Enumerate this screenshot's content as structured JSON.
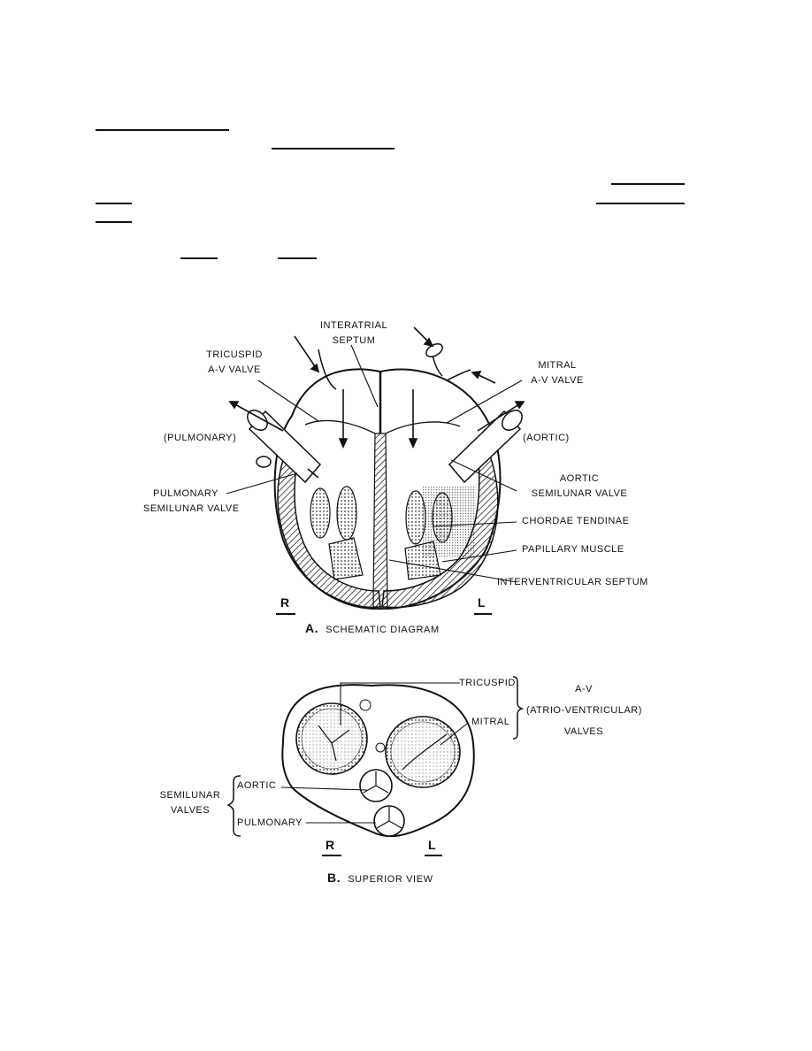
{
  "diagram_a": {
    "caption_letter": "A.",
    "caption_text": "SCHEMATIC DIAGRAM",
    "side_right": "R",
    "side_left": "L",
    "labels": {
      "interatrial_1": "INTERATRIAL",
      "interatrial_2": "SEPTUM",
      "tricuspid_1": "TRICUSPID",
      "tricuspid_2": "A-V  VALVE",
      "mitral_1": "MITRAL",
      "mitral_2": "A-V  VALVE",
      "pulmonary": "(PULMONARY)",
      "aortic": "(AORTIC)",
      "pulm_semilunar_1": "PULMONARY",
      "pulm_semilunar_2": "SEMILUNAR  VALVE",
      "aortic_semilunar_1": "AORTIC",
      "aortic_semilunar_2": "SEMILUNAR  VALVE",
      "chordae": "CHORDAE  TENDINAE",
      "papillary": "PAPILLARY  MUSCLE",
      "interventricular": "INTERVENTRICULAR  SEPTUM"
    }
  },
  "diagram_b": {
    "caption_letter": "B.",
    "caption_text": "SUPERIOR  VIEW",
    "side_right": "R",
    "side_left": "L",
    "labels": {
      "tricuspid": "TRICUSPID",
      "mitral": "MITRAL",
      "av_1": "A-V",
      "av_2": "(ATRIO-VENTRICULAR)",
      "av_3": "VALVES",
      "semilunar_1": "SEMILUNAR",
      "semilunar_2": "VALVES",
      "aortic": "AORTIC",
      "pulmonary": "PULMONARY"
    }
  }
}
